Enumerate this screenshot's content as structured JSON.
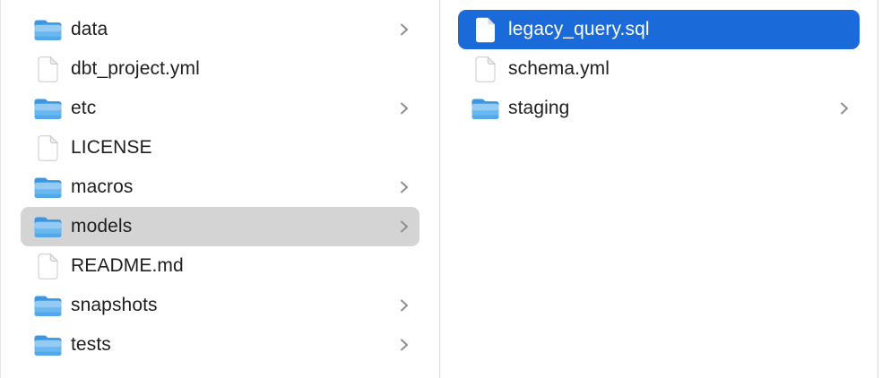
{
  "app": "finder-column-view",
  "columns": [
    {
      "name": "left",
      "items": [
        {
          "label": "data",
          "type": "folder",
          "icon": "folder-icon",
          "chevron": true,
          "selected": "none"
        },
        {
          "label": "dbt_project.yml",
          "type": "file",
          "icon": "file-icon",
          "chevron": false,
          "selected": "none"
        },
        {
          "label": "etc",
          "type": "folder",
          "icon": "folder-icon",
          "chevron": true,
          "selected": "none"
        },
        {
          "label": "LICENSE",
          "type": "file",
          "icon": "file-icon",
          "chevron": false,
          "selected": "none"
        },
        {
          "label": "macros",
          "type": "folder",
          "icon": "folder-icon",
          "chevron": true,
          "selected": "none"
        },
        {
          "label": "models",
          "type": "folder",
          "icon": "folder-icon",
          "chevron": true,
          "selected": "secondary"
        },
        {
          "label": "README.md",
          "type": "file",
          "icon": "file-icon",
          "chevron": false,
          "selected": "none"
        },
        {
          "label": "snapshots",
          "type": "folder",
          "icon": "folder-icon",
          "chevron": true,
          "selected": "none"
        },
        {
          "label": "tests",
          "type": "folder",
          "icon": "folder-icon",
          "chevron": true,
          "selected": "none"
        }
      ]
    },
    {
      "name": "right",
      "items": [
        {
          "label": "legacy_query.sql",
          "type": "file",
          "icon": "file-icon",
          "chevron": false,
          "selected": "primary"
        },
        {
          "label": "schema.yml",
          "type": "file",
          "icon": "file-icon",
          "chevron": false,
          "selected": "none"
        },
        {
          "label": "staging",
          "type": "folder",
          "icon": "folder-icon",
          "chevron": true,
          "selected": "none"
        }
      ]
    }
  ],
  "colors": {
    "selection_primary": "#1a6bd9",
    "selection_secondary": "#d4d4d4",
    "divider": "#dcdcdc",
    "edge": "#e4e4e4",
    "text": "#1e1e1e",
    "chevron": "#8e8e93",
    "folder_back": "#3a97e4",
    "folder_front": "#6ab8f0",
    "file_border": "#c9c9c9",
    "file_fold": "#ececec"
  }
}
